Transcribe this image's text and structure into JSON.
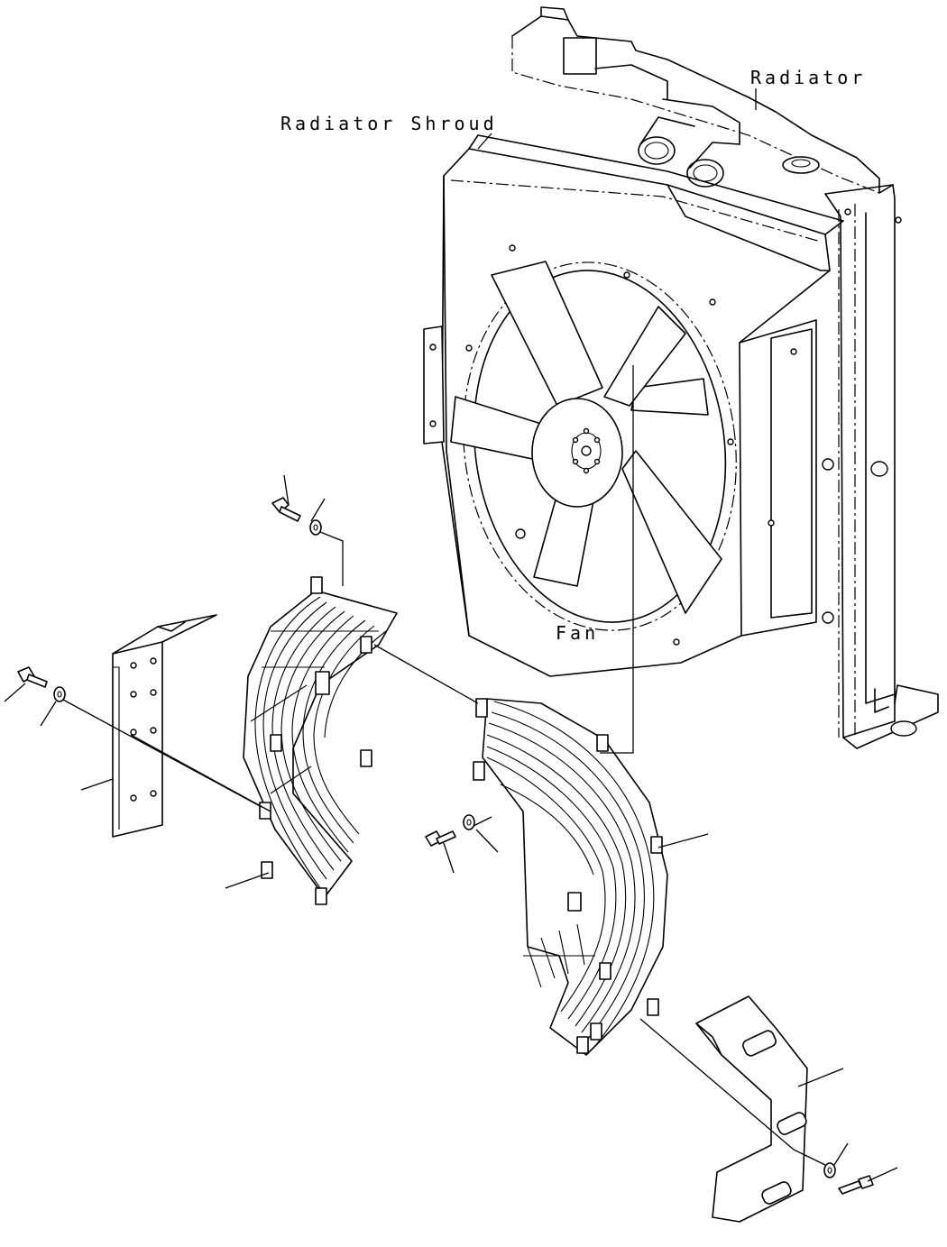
{
  "labels": {
    "radiator": "Radiator",
    "radiator_shroud": "Radiator Shroud",
    "fan": "Fan"
  }
}
